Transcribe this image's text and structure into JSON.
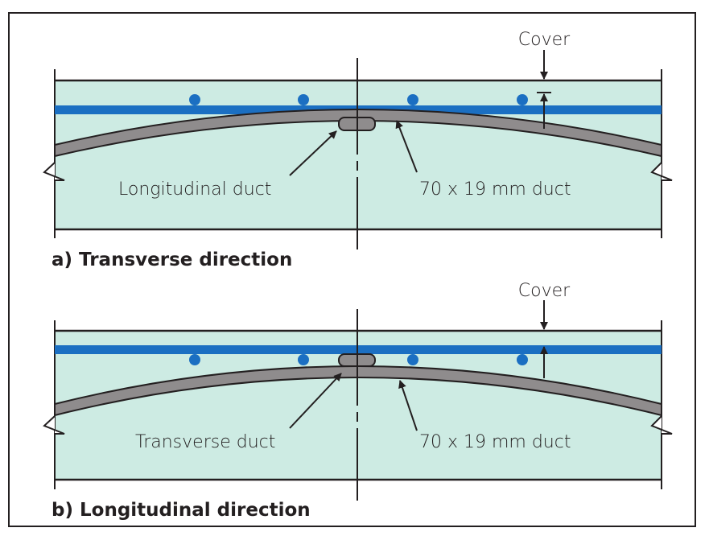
{
  "colors": {
    "concrete_fill": "#cdebe3",
    "rebar_blue": "#1b6fc2",
    "duct_grey": "#8f8c8d",
    "outline": "#231f20"
  },
  "panels": [
    {
      "caption": "a) Transverse direction",
      "cover_label": "Cover",
      "left_label": "Longitudinal duct",
      "right_label": "70 x 19 mm duct"
    },
    {
      "caption": "b) Longitudinal direction",
      "cover_label": "Cover",
      "left_label": "Transverse duct",
      "right_label": "70 x 19 mm duct"
    }
  ]
}
